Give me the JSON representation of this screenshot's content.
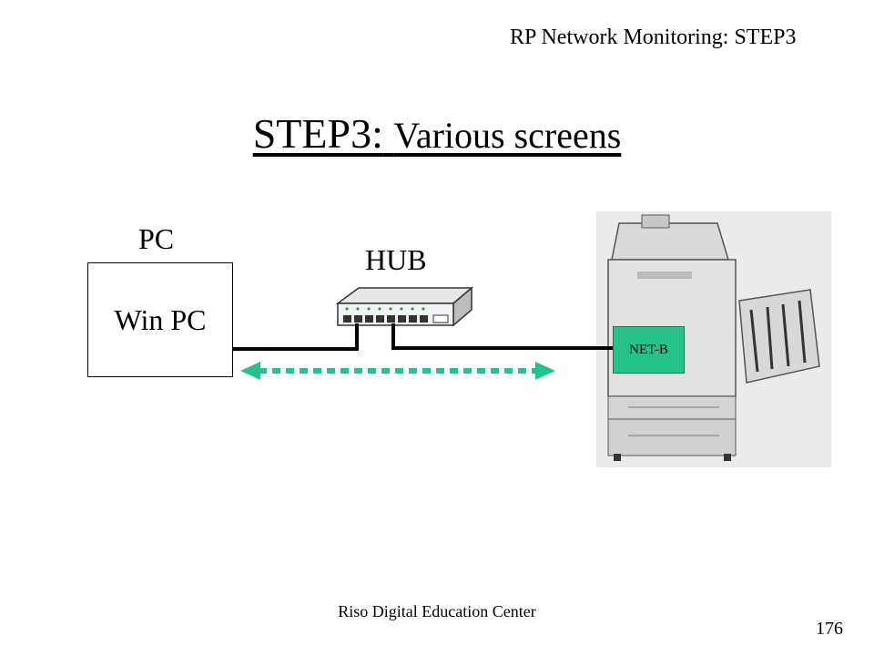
{
  "header": {
    "title": "RP Network Monitoring: STEP3"
  },
  "slide": {
    "title_step": "STEP3:",
    "title_rest": "Various screens"
  },
  "diagram": {
    "pc_label": "PC",
    "pc_box_text": "Win PC",
    "hub_label": "HUB",
    "printer_card_label": "NET-B",
    "colors": {
      "link": "#000000",
      "arrow": "#22c38e",
      "card": "#25c28a"
    }
  },
  "footer": {
    "organization": "Riso Digital Education Center",
    "page_number": "176"
  }
}
